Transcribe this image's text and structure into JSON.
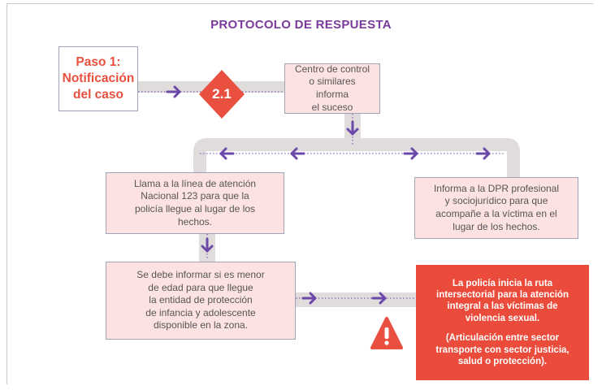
{
  "title": "PROTOCOLO DE RESPUESTA",
  "step": {
    "line1": "Paso 1:",
    "line2": "Notificación",
    "line3": "del caso"
  },
  "badge": "2.1",
  "nodes": {
    "control": {
      "l1": "Centro de control",
      "l2": "o similares informa",
      "l3": "el suceso"
    },
    "call123": {
      "l1": "Llama a la línea de atención",
      "l2": "Nacional 123 para que la",
      "l3": "policía llegue al lugar de los",
      "l4": "hechos."
    },
    "dpr": {
      "l1": "Informa a la DPR profesional",
      "l2": "y sociojurídico para que",
      "l3": "acompañe a la víctima en el",
      "l4": "lugar de los hechos."
    },
    "minor": {
      "l1": "Se debe informar si es menor",
      "l2": "de edad para que llegue",
      "l3": "la entidad de protección",
      "l4": "de infancia y adolescente",
      "l5": "disponible en la zona."
    },
    "police": {
      "p1l1": "La policía inicia la ruta",
      "p1l2": "intersectorial para la atención",
      "p1l3": "integral a las víctimas de",
      "p1l4": "violencia sexual.",
      "p2l1": "(Articulación entre sector",
      "p2l2": "transporte con sector justicia,",
      "p2l3": "salud o protección)."
    }
  },
  "colors": {
    "title": "#7a3a9c",
    "arrow": "#6a49a8",
    "track": "#e1dcdc",
    "accent_red": "#e9503f",
    "box_pink": "#fde2e2"
  },
  "icons": [
    "arrow-right-icon",
    "arrow-left-icon",
    "arrow-down-icon",
    "warning-triangle-icon",
    "diamond-badge"
  ]
}
